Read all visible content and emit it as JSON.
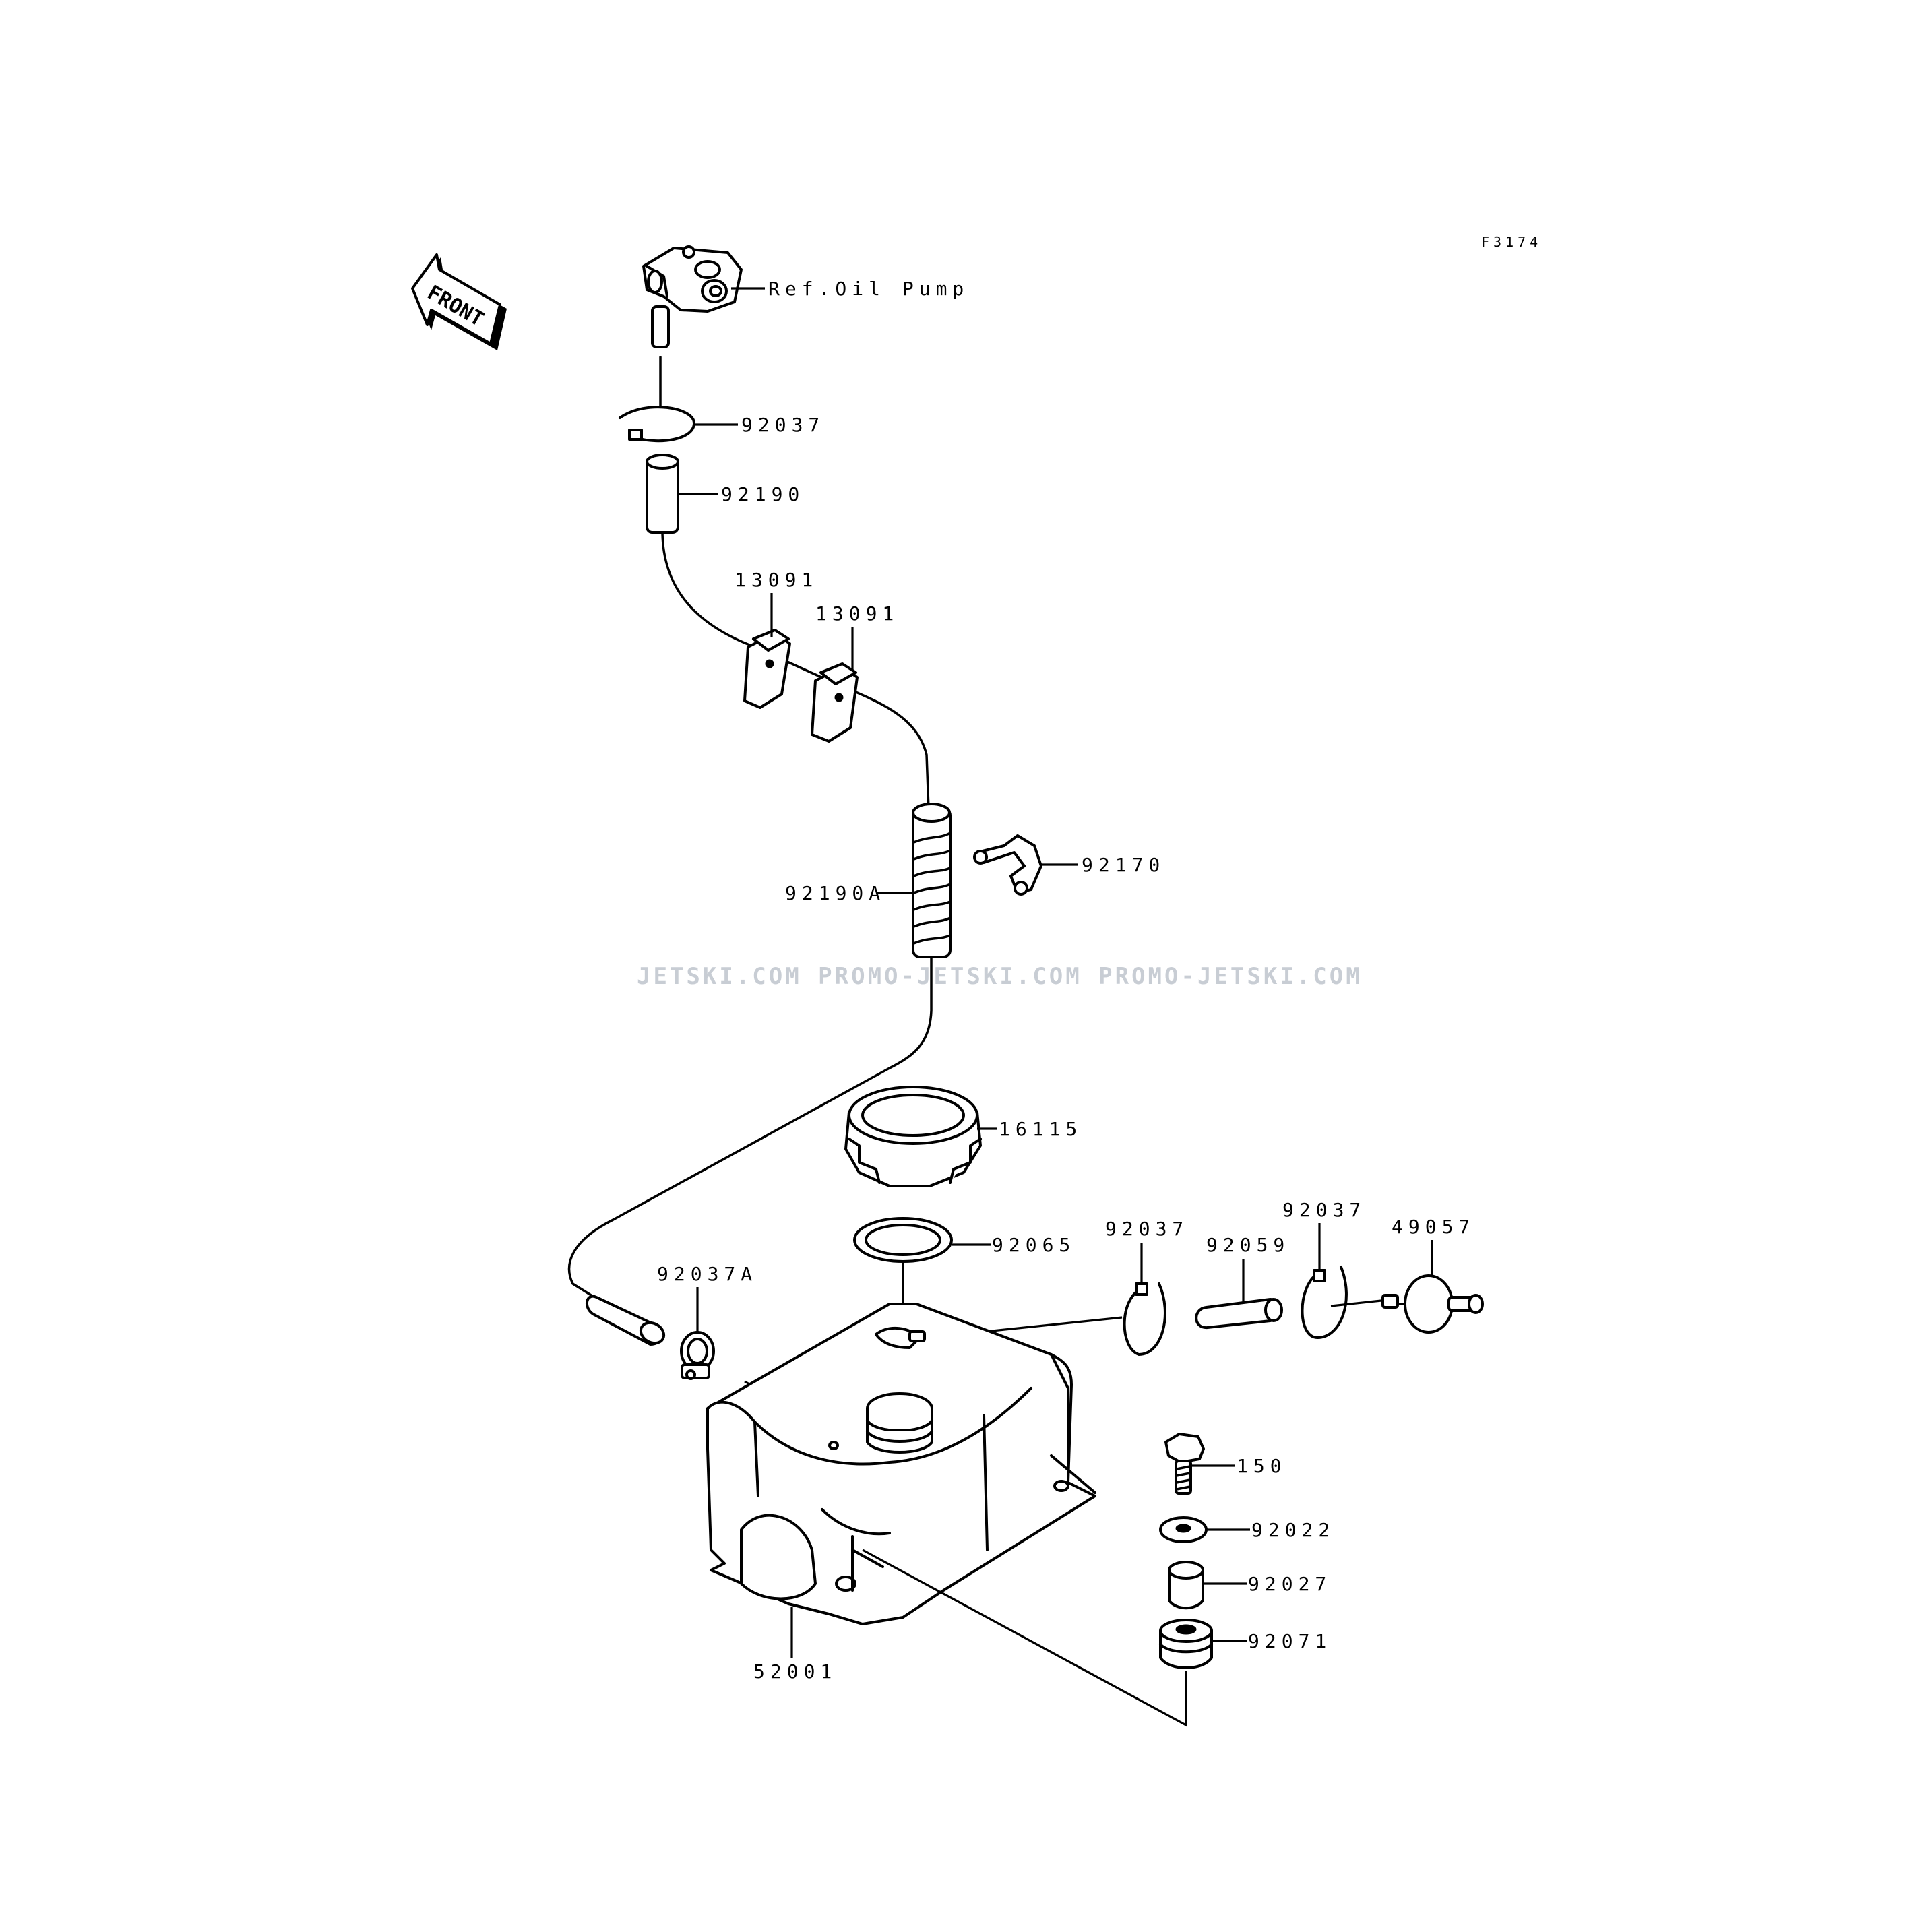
{
  "diagram": {
    "code": "F3174",
    "front_label": "FRONT",
    "ref_label": "Ref.Oil Pump",
    "watermark": "JETSKI.COM  PROMO-JETSKI.COM  PROMO-JETSKI.COM",
    "parts": {
      "p92037_top": "92037",
      "p92190": "92190",
      "p13091_a": "13091",
      "p13091_b": "13091",
      "p92190A": "92190A",
      "p92170": "92170",
      "p16115": "16115",
      "p92065": "92065",
      "p92037A": "92037A",
      "p92037_mid": "92037",
      "p92059": "92059",
      "p92037_right": "92037",
      "p49057": "49057",
      "p150": "150",
      "p92022": "92022",
      "p92027": "92027",
      "p92071": "92071",
      "p52001": "52001"
    }
  }
}
